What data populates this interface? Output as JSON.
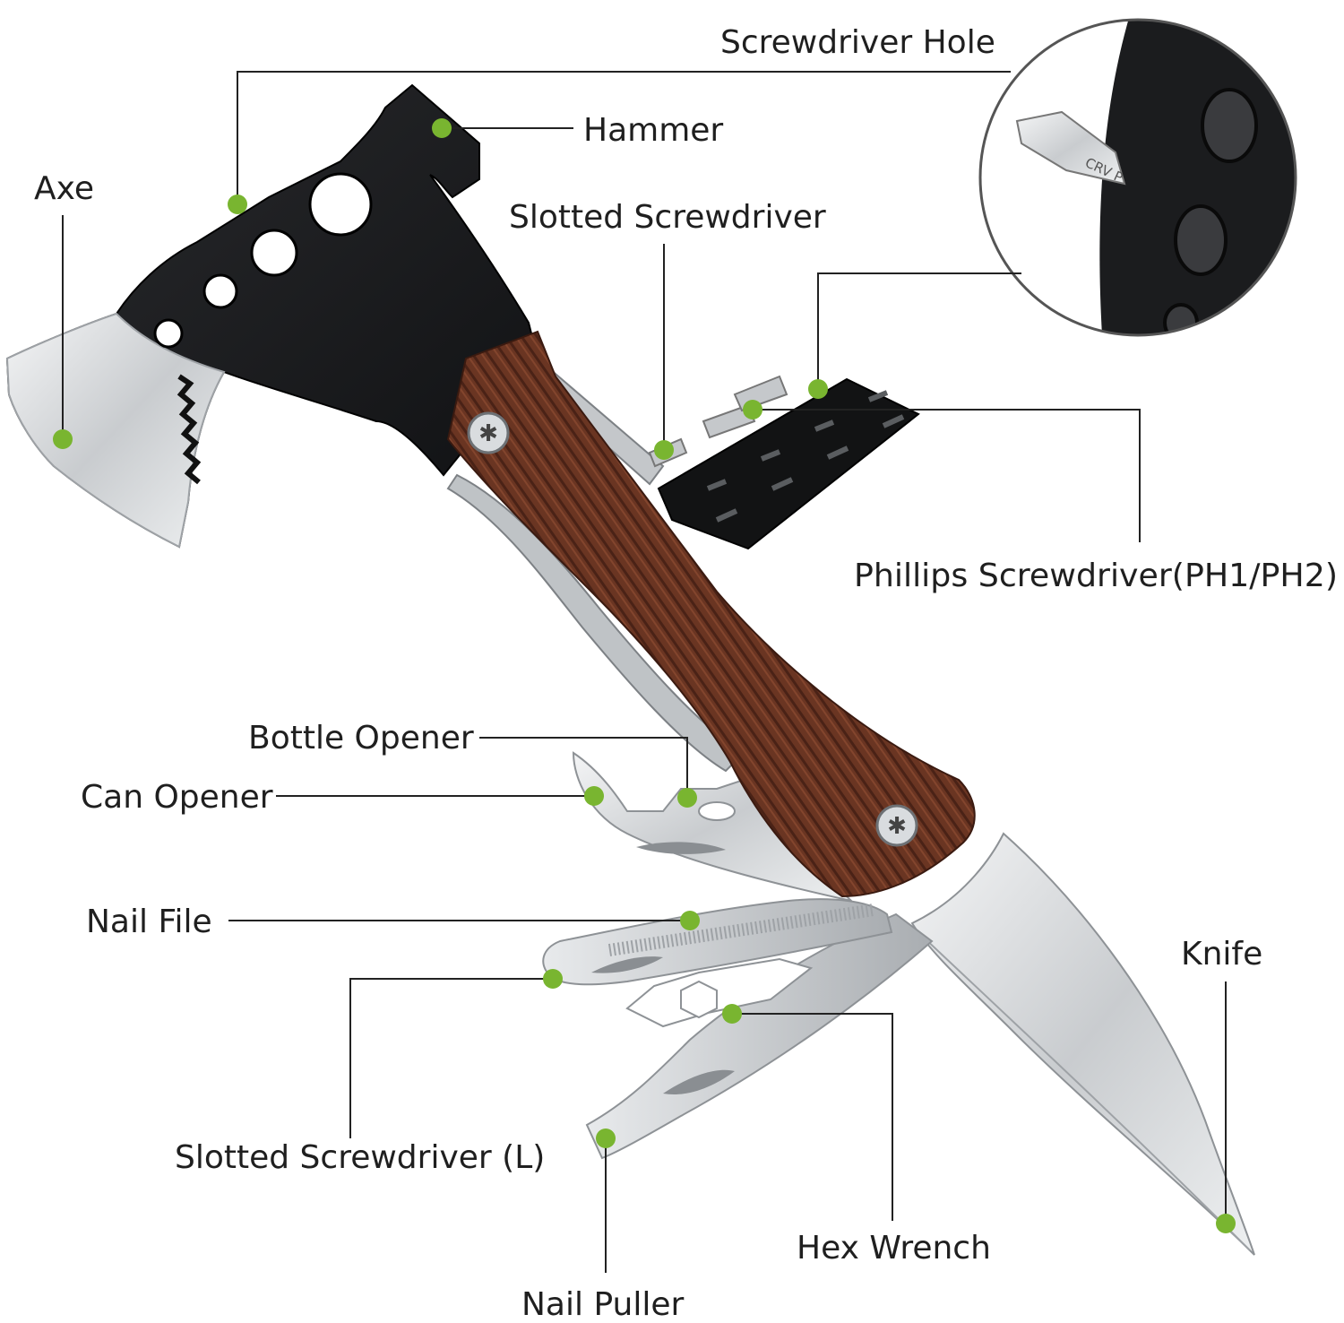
{
  "colors": {
    "marker": "#79b530",
    "leader": "#222222",
    "text": "#1f1f1f",
    "head": "#1b1c1e",
    "blade": "#d6d8da",
    "wood": "#6a3522",
    "bits": "#111111"
  },
  "callouts": [
    {
      "id": "axe",
      "label": "Axe"
    },
    {
      "id": "hammer",
      "label": "Hammer"
    },
    {
      "id": "screwdriver-hole",
      "label": "Screwdriver Hole"
    },
    {
      "id": "slotted-screwdriver",
      "label": "Slotted Screwdriver"
    },
    {
      "id": "phillips-screwdriver",
      "label": "Phillips Screwdriver(PH1/PH2)"
    },
    {
      "id": "bottle-opener",
      "label": "Bottle Opener"
    },
    {
      "id": "can-opener",
      "label": "Can Opener"
    },
    {
      "id": "nail-file",
      "label": "Nail File"
    },
    {
      "id": "slotted-screwdriver-l",
      "label": "Slotted Screwdriver (L)"
    },
    {
      "id": "hex-wrench",
      "label": "Hex Wrench"
    },
    {
      "id": "nail-puller",
      "label": "Nail Puller"
    },
    {
      "id": "knife",
      "label": "Knife"
    }
  ],
  "inset": {
    "bit_marking": "CRV P"
  }
}
